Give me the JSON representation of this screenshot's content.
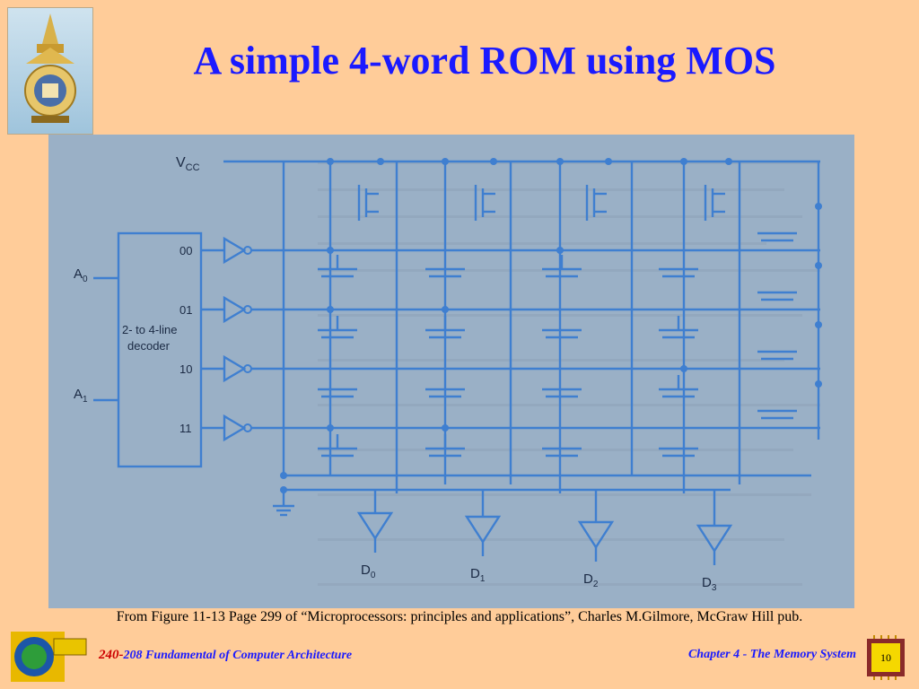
{
  "slide": {
    "title": "A simple 4-word ROM using MOS",
    "caption": "From Figure 11-13 Page 299 of “Microprocessors: principles and applications”, Charles M.Gilmore,  McGraw Hill pub.",
    "course_number": "240-",
    "course_name": "208 Fundamental of Computer Architecture",
    "chapter": "Chapter 4 - The Memory System",
    "page_number": "10"
  },
  "diagram": {
    "supply_label": "V",
    "supply_sub": "CC",
    "decoder_label_line1": "2- to 4-line",
    "decoder_label_line2": "decoder",
    "input_a0": "A",
    "input_a0_sub": "0",
    "input_a1": "A",
    "input_a1_sub": "1",
    "outputs": [
      "00",
      "01",
      "10",
      "11"
    ],
    "data_outputs": [
      {
        "name": "D",
        "sub": "0"
      },
      {
        "name": "D",
        "sub": "1"
      },
      {
        "name": "D",
        "sub": "2"
      },
      {
        "name": "D",
        "sub": "3"
      }
    ]
  },
  "colors": {
    "background": "#ffcc99",
    "title": "#1a1aff",
    "wire": "#3f7fd0",
    "page_badge": "#f5d800"
  },
  "icons": [
    "university-crest-icon",
    "chip-globe-logo-icon",
    "chip-page-badge-icon"
  ]
}
